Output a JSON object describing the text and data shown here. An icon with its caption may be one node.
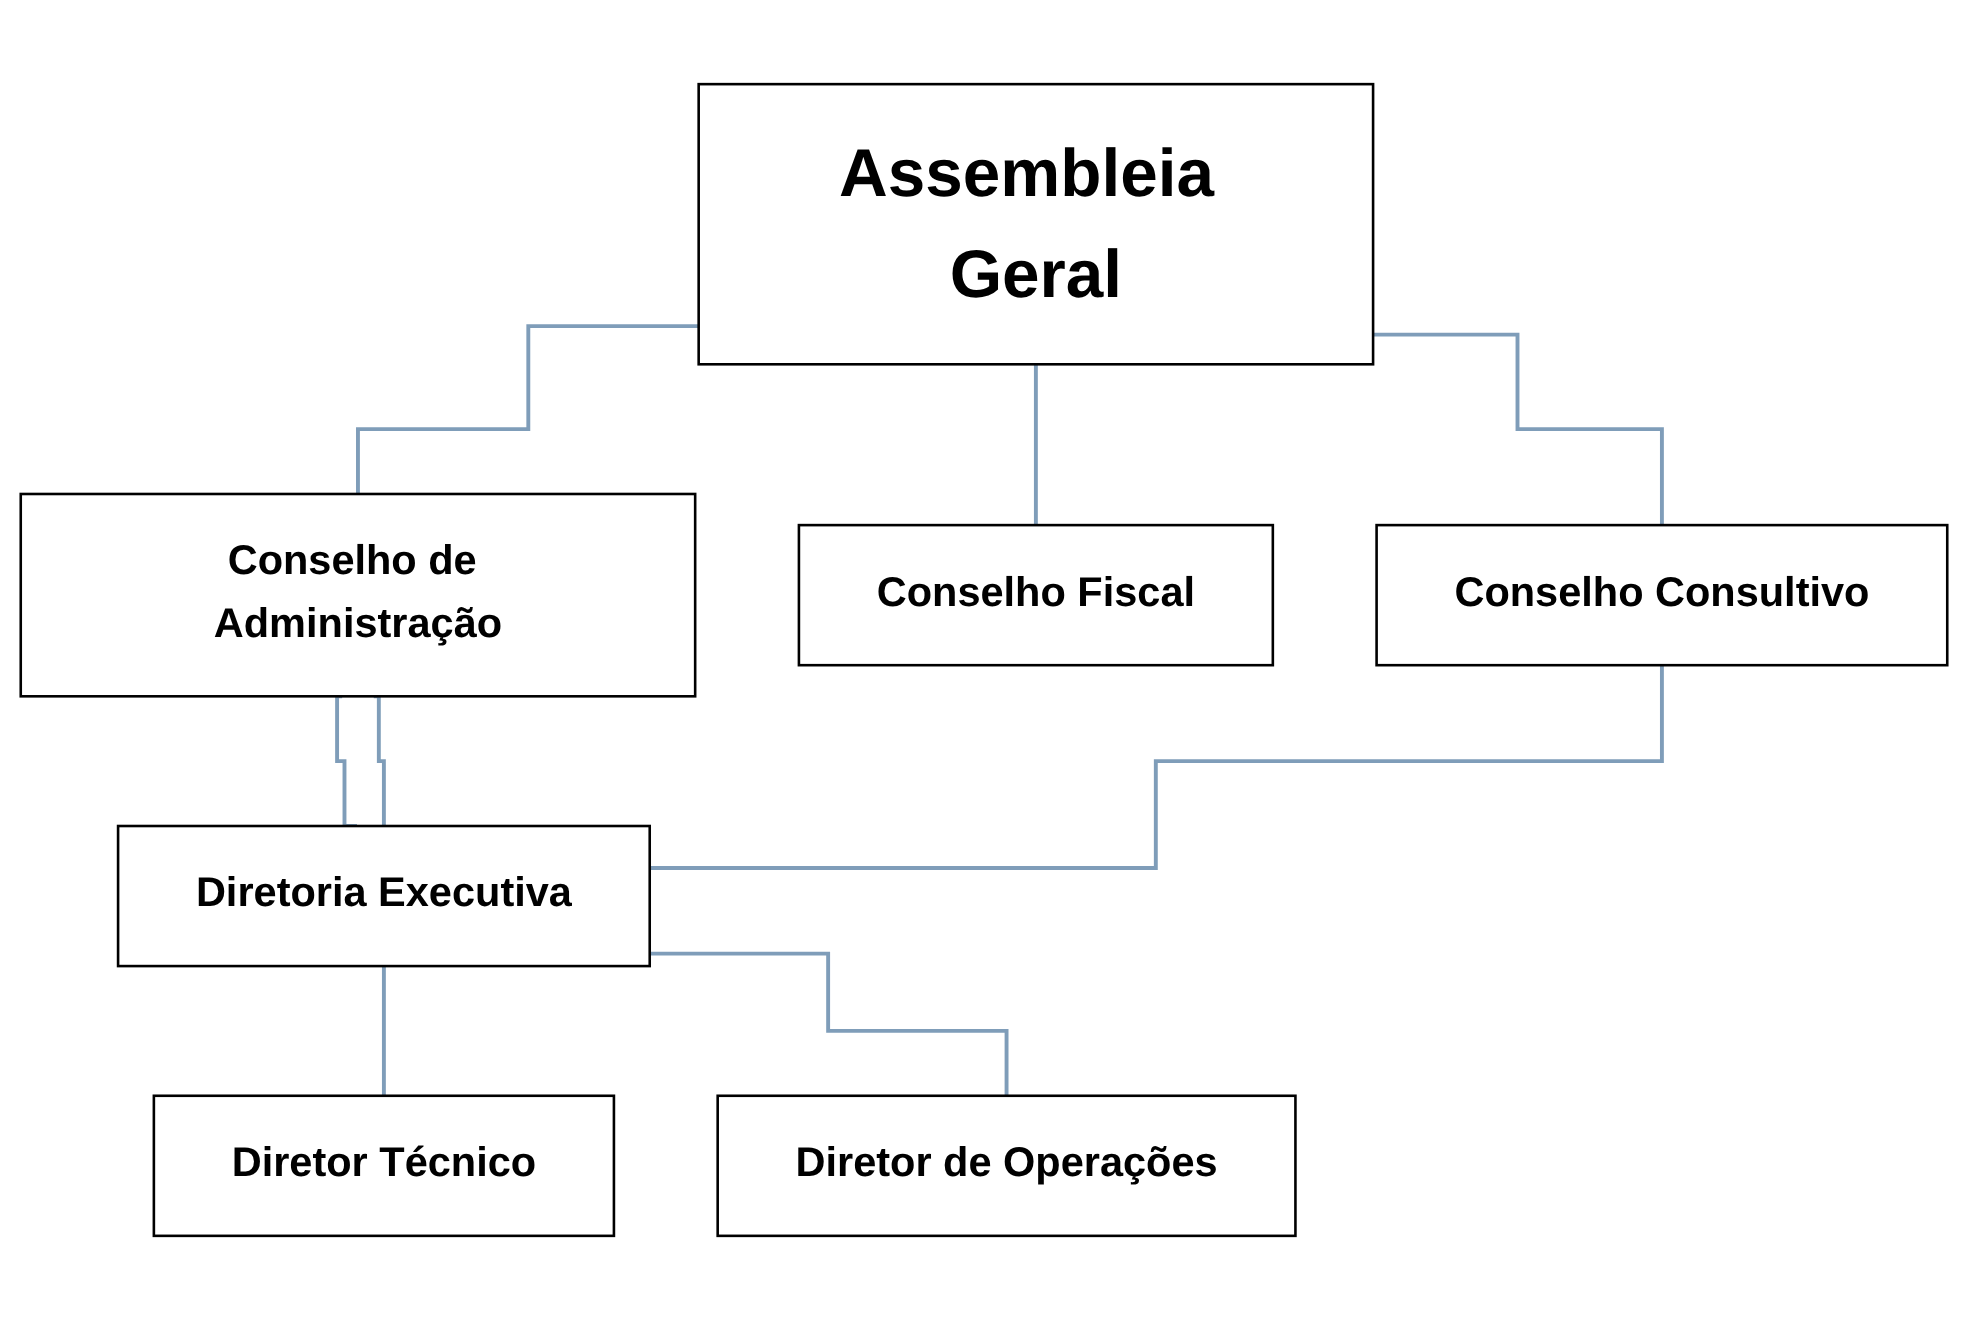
{
  "diagram": {
    "nodes": [
      {
        "text": [
          "Assembleia Geral"
        ]
      },
      {
        "text": [
          "Conselho de Administração"
        ]
      },
      {
        "text": [
          "Conselho Fiscal"
        ]
      },
      {
        "text": [
          "Conselho Consultivo"
        ]
      },
      {
        "text": [
          "Diretoria Executiva"
        ]
      },
      {
        "text": [
          "Diretor Técnico"
        ]
      },
      {
        "text": [
          "Diretor de Operações"
        ]
      }
    ],
    "edges": [
      {
        "from": 0,
        "to": 1,
        "arrow": "none"
      },
      {
        "from": 0,
        "to": 2,
        "arrow": "none"
      },
      {
        "from": 0,
        "to": 3,
        "arrow": "none"
      },
      {
        "from": 1,
        "to": 4,
        "arrow": "none"
      },
      {
        "from": 1,
        "to": 4,
        "arrow": "none"
      },
      {
        "from": 3,
        "to": 4,
        "arrow": "none"
      },
      {
        "from": 4,
        "to": 5,
        "arrow": "none"
      },
      {
        "from": 4,
        "to": 6,
        "arrow": "none"
      }
    ]
  }
}
